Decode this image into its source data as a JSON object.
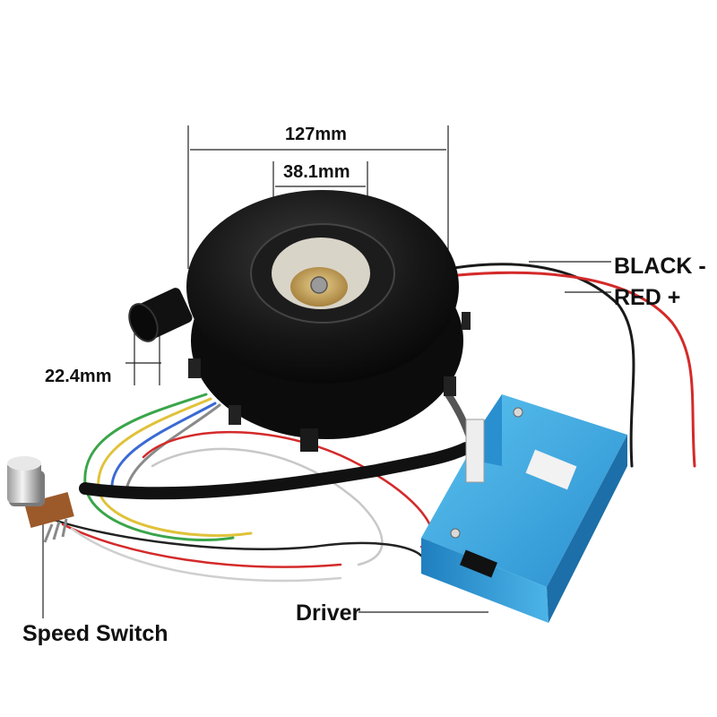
{
  "annotations": {
    "outer_diameter": "127mm",
    "inlet_diameter": "38.1mm",
    "outlet_diameter": "22.4mm",
    "wire_black": "BLACK -",
    "wire_red": "RED +",
    "driver": "Driver",
    "speed_switch": "Speed Switch"
  },
  "colors": {
    "blower_body": "#141414",
    "driver_box": "#2e9fd8",
    "wire_red": "#d42a2a",
    "wire_black": "#1a1a1a",
    "hub": "#c9a25a"
  }
}
